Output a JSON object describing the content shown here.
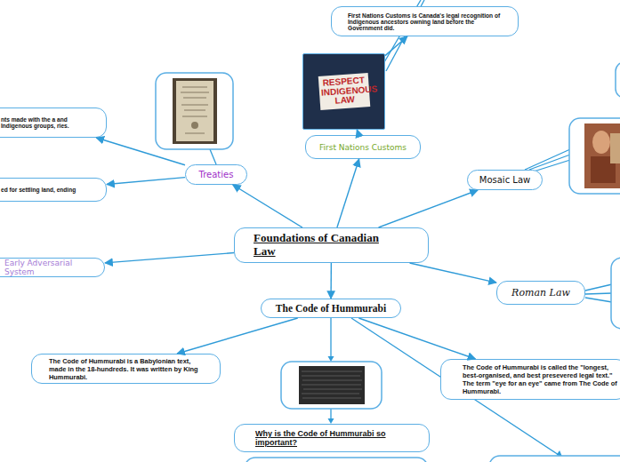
{
  "diagram": {
    "nodes": [
      {
        "text": [
          "First Nations Customs is Canada's legal recognition of Indigenous ancestors owning land before the Government did."
        ]
      },
      {
        "text": [
          "RESPECT INDIGENOUS LAW"
        ]
      },
      {
        "text": [
          "nts made with the a and Indigenous groups, ries."
        ]
      },
      {
        "text": [
          "First Nations Customs"
        ]
      },
      {
        "text": [
          "Treaties"
        ]
      },
      {
        "text": [
          "Mosaic Law"
        ]
      },
      {
        "text": [
          "ed for settling land, ending"
        ]
      },
      {
        "text": [
          "Foundations of Canadian Law"
        ]
      },
      {
        "text": [
          "Early Adversarial System"
        ]
      },
      {
        "text": [
          "Roman Law"
        ]
      },
      {
        "text": [
          "The Code of Hummurabi"
        ]
      },
      {
        "text": [
          "The Code of Hummurabi is a Babylonian text, made in the 18-hundreds. It was written by King Hummurabi."
        ]
      },
      {
        "text": [
          "The Code of Hummurabi is called the \"longest, best-organised, and best presevered legal text.\" The term \"eye for an eye\" came from The Code of Hummurabi."
        ]
      },
      {
        "text": [
          "Why is the Code of Hummurabi so important?"
        ]
      }
    ],
    "edges": [
      {
        "from": 7,
        "to": 4,
        "arrow": "to"
      },
      {
        "from": 7,
        "to": 3,
        "arrow": "to"
      },
      {
        "from": 7,
        "to": 5,
        "arrow": "to"
      },
      {
        "from": 7,
        "to": 8,
        "arrow": "to"
      },
      {
        "from": 7,
        "to": 9,
        "arrow": "to"
      },
      {
        "from": 7,
        "to": 10,
        "arrow": "to"
      },
      {
        "from": 4,
        "to": 2,
        "arrow": "to"
      },
      {
        "from": 4,
        "to": 6,
        "arrow": "to"
      },
      {
        "from": 3,
        "to": 1,
        "arrow": "to"
      },
      {
        "from": 1,
        "to": 0,
        "arrow": "to"
      },
      {
        "from": 10,
        "to": 11,
        "arrow": "to"
      },
      {
        "from": 10,
        "to": 12,
        "arrow": "to"
      }
    ]
  }
}
